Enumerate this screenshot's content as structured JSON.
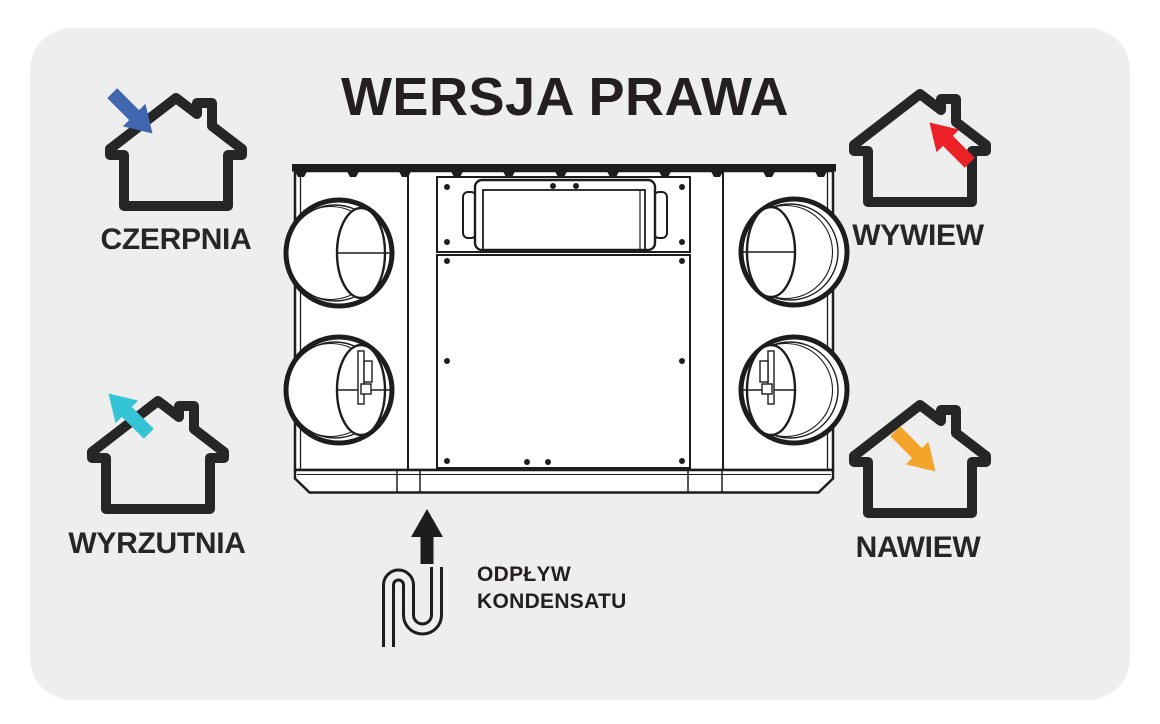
{
  "title": "WERSJA PRAWA",
  "colors": {
    "card_background": "#EEEEEF",
    "line_art": "#1D1D1D",
    "text": "#231F20",
    "czerpnia_arrow": "#4066B0",
    "wywiew_arrow": "#EC2127",
    "wyrzutnia_arrow": "#33C4D6",
    "nawiew_arrow": "#F5A329"
  },
  "legend": {
    "czerpnia": {
      "label": "CZERPNIA",
      "icon": "house-icon",
      "arrow": "arrow-into-house-down-right",
      "arrow_color": "#4066B0",
      "position": "top-left"
    },
    "wywiew": {
      "label": "WYWIEW",
      "icon": "house-icon",
      "arrow": "arrow-out-of-house-up-left",
      "arrow_color": "#EC2127",
      "position": "top-right"
    },
    "wyrzutnia": {
      "label": "WYRZUTNIA",
      "icon": "house-icon",
      "arrow": "arrow-out-of-house-up-left",
      "arrow_color": "#33C4D6",
      "position": "bottom-left"
    },
    "nawiew": {
      "label": "NAWIEW",
      "icon": "house-icon",
      "arrow": "arrow-into-house-down-right",
      "arrow_color": "#F5A329",
      "position": "bottom-right"
    }
  },
  "condensate": {
    "line1": "ODPŁYW",
    "line2": "KONDENSATU",
    "icons": [
      "arrow-up-icon",
      "siphon-trap-icon"
    ]
  },
  "unit": {
    "icon": "ventilation-unit-technical-drawing",
    "duct_ports": 4
  }
}
